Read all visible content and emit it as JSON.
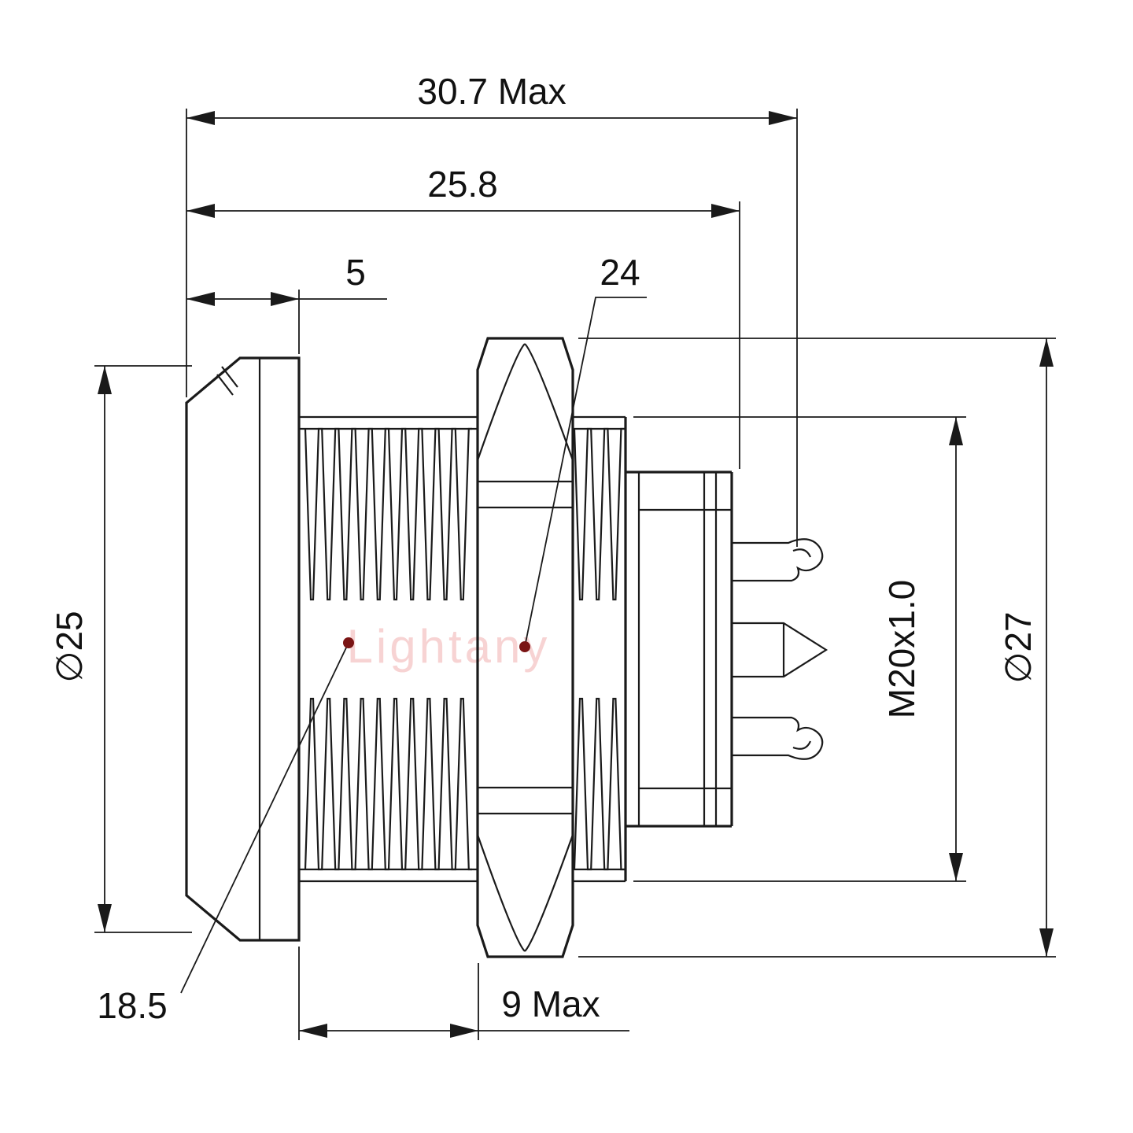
{
  "page": {
    "background": "#ffffff"
  },
  "watermark": {
    "text": "Lightany",
    "color": "#f2b7b7"
  },
  "drawing": {
    "line_color": "#1a1a1a",
    "leader_dot_color": "#7a1414",
    "subject": "panel-mount circular connector, side view"
  },
  "dimensions": {
    "overall_length": "30.7 Max",
    "rear_length": "25.8",
    "flange_thickness": "5",
    "hex_across_flats": "24",
    "flange_diameter": "∅25",
    "thread_length": "18.5",
    "panel_max": "9 Max",
    "thread_spec": "M20x1.0",
    "nut_diameter": "∅27"
  }
}
